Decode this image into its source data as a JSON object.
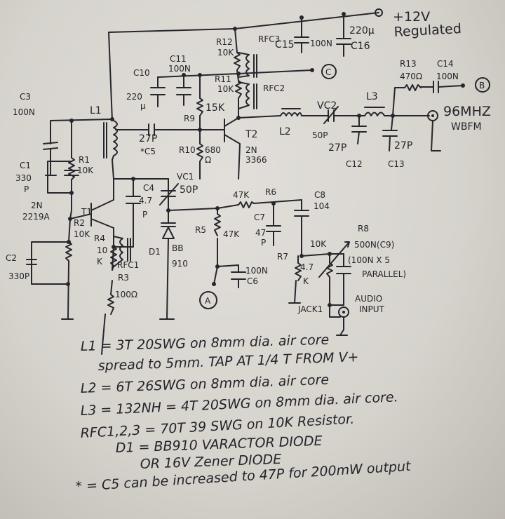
{
  "supply": {
    "voltage": "+12V",
    "note": "Regulated"
  },
  "labels": {
    "c16_value": "220µ",
    "c15": "C15",
    "c15_value": "100N",
    "c16": "C16",
    "r12": "R12",
    "r12_value": "10K",
    "rfc3": "RFC3",
    "c11": "C11",
    "c11_value": "100N",
    "c10": "C10",
    "c10_value": "220",
    "c10_unit": "µ",
    "r11": "R11",
    "r11_value": "10K",
    "rfc2": "RFC2",
    "r9": "R9",
    "r9_value": "15K",
    "node_c": "C",
    "r13": "R13",
    "r13_value": "470Ω",
    "c14": "C14",
    "c14_value": "100N",
    "node_b": "B",
    "l3": "L3",
    "vc2": "VC2",
    "l2": "L2",
    "vc2_value": "50P",
    "c12_value": "27P",
    "c12": "C12",
    "c13_value": "27P",
    "c13": "C13",
    "freq": "96MHZ",
    "mode": "WBFM",
    "c3": "C3",
    "c3_value": "100N",
    "l1": "L1",
    "c5_value": "27P",
    "c5": "*C5",
    "r10": "R10",
    "r10_value": "680",
    "r10_unit": "Ω",
    "t2": "T2",
    "t2_part1": "2N",
    "t2_part2": "3366",
    "c1": "C1",
    "c1_value": "330",
    "c1_unit": "P",
    "r1": "R1",
    "r1_value": "10K",
    "t1_part1": "2N",
    "t1_part2": "2219A",
    "t1": "T1",
    "r2": "R2",
    "r2_value": "10K",
    "c2": "C2",
    "c2_value": "330P",
    "c4": "C4",
    "c4_value": "4.7",
    "c4_unit": "P",
    "vc1": "VC1",
    "vc1_value": "50P",
    "r6_value": "47K",
    "r6": "R6",
    "c8": "C8",
    "c8_value": "104",
    "c7": "C7",
    "r5": "R5",
    "r5_value": "47K",
    "c7_value": "47",
    "c7_unit": "P",
    "r4": "R4",
    "r4_value": "10",
    "r4_unit": "K",
    "rfc1": "RFC1",
    "d1": "D1",
    "d1_part1": "BB",
    "d1_part2": "910",
    "r3": "R3",
    "r3_value": "100Ω",
    "c6_value": "100N",
    "c6": "C6",
    "node_a": "A",
    "r7": "R7",
    "r7_value": "4.7",
    "r7_unit": "K",
    "r8_value": "10K",
    "r8": "R8",
    "c9_value": "500N(C9)",
    "c9_note1": "(100N X 5",
    "c9_note2": "PARALLEL)",
    "audio1": "AUDIO",
    "audio2": "INPUT",
    "jack": "JACK1"
  },
  "notes": [
    "L1 = 3T 20SWG on 8mm dia. air core",
    "spread to 5mm. TAP AT 1/4 T FROM V+",
    "L2 = 6T 26SWG on 8mm dia. air core",
    "L3 = 132NH = 4T 20SWG on 8mm dia. air core.",
    "RFC1,2,3 = 70T 39 SWG on 10K Resistor.",
    "D1 = BB910 VARACTOR DIODE",
    "OR 16V Zener DIODE",
    "* = C5 can be increased to 47P for 200mW output"
  ]
}
